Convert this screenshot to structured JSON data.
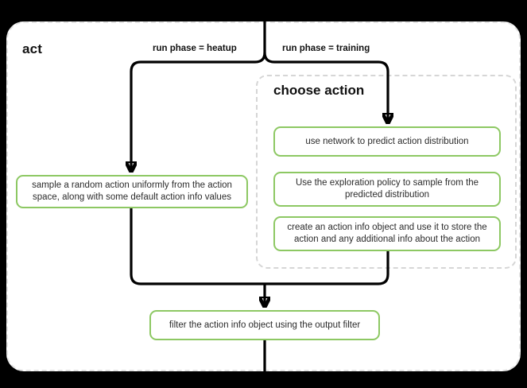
{
  "diagram": {
    "type": "flowchart",
    "root_label": "act",
    "subgraph_label": "choose\naction",
    "edge_labels": {
      "left_branch": "run phase = heatup",
      "right_branch": "run phase = training"
    },
    "nodes": {
      "sample_random": "sample a random action uniformly from the action space, along with some default action info values",
      "predict_distribution": "use network to predict action distribution",
      "exploration_policy": "Use the exploration policy to sample from the predicted distribution",
      "create_action_info": "create an action info object and use it to store the action and any additional info about the action",
      "output_filter": "filter the action info object using the output filter"
    },
    "colors": {
      "node_border": "#8dc863",
      "node_fill": "#ffffff",
      "edge": "#000000",
      "group_border": "#d6d6d6",
      "panel_border": "#e4e4e4",
      "background": "#000000",
      "text": "#2b2b2b"
    }
  }
}
